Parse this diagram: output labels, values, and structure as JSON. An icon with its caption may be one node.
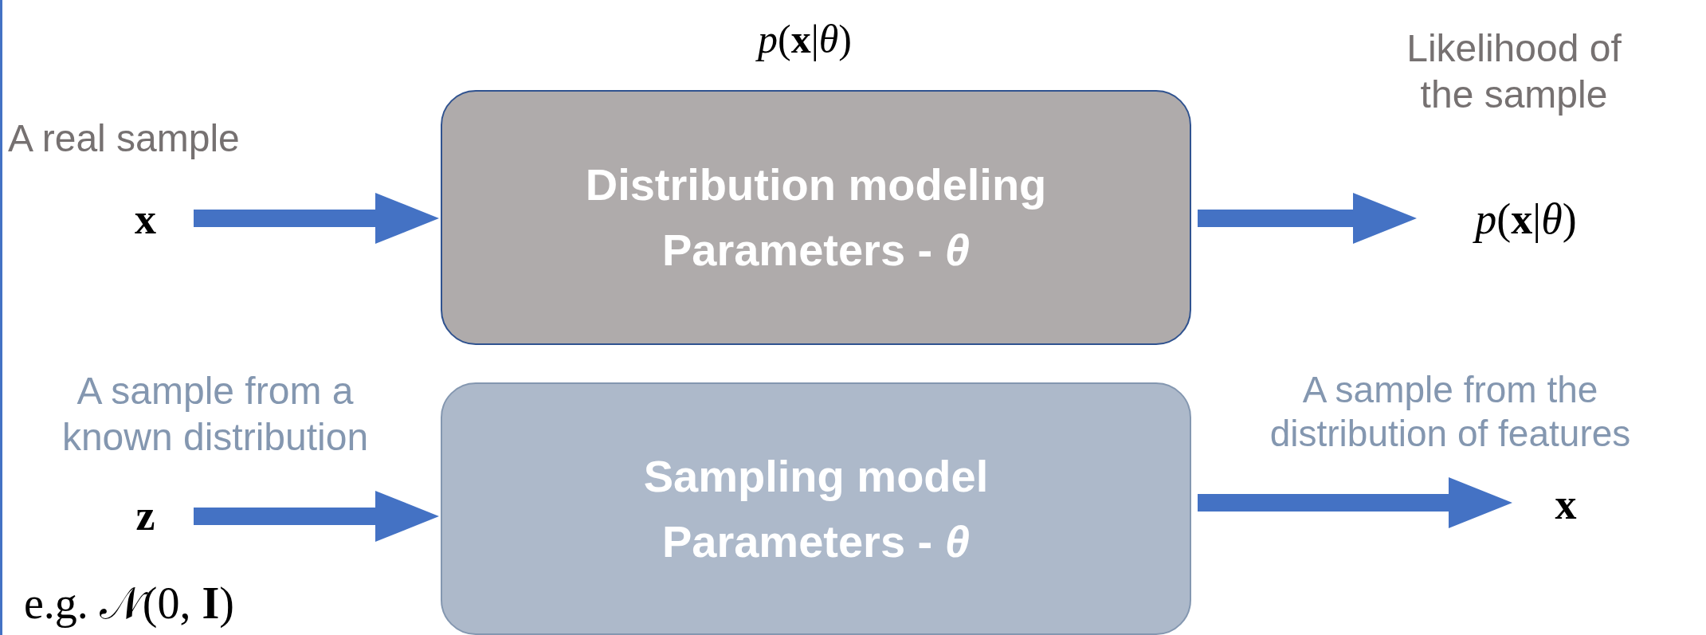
{
  "diagram": {
    "nodes": [
      {
        "text": [
          "**x**"
        ],
        "beside": [
          "A real sample"
        ]
      },
      {
        "text": [
          "Distribution modeling",
          "Parameters - *θ*"
        ],
        "beside": [
          "*p*(**x**|*θ*)"
        ]
      },
      {
        "text": [
          "*p*(**x**|*θ*)"
        ],
        "beside": [
          "Likelihood of the sample"
        ]
      },
      {
        "text": [
          "**z**"
        ],
        "beside": [
          "e.g. 𝒩(0, **I**)"
        ]
      },
      {
        "text": [
          "Sampling model",
          "Parameters - *θ*"
        ]
      },
      {
        "text": [
          "**x**"
        ]
      }
    ],
    "labels": [
      "A sample from a known distribution",
      "A sample from the distribution of features"
    ],
    "edges": [
      {
        "from": 0,
        "to": 1,
        "arrow": "to"
      },
      {
        "from": 1,
        "to": 2,
        "arrow": "to"
      },
      {
        "from": 3,
        "to": 4,
        "arrow": "to"
      },
      {
        "from": 4,
        "to": 5,
        "arrow": "to"
      }
    ]
  }
}
